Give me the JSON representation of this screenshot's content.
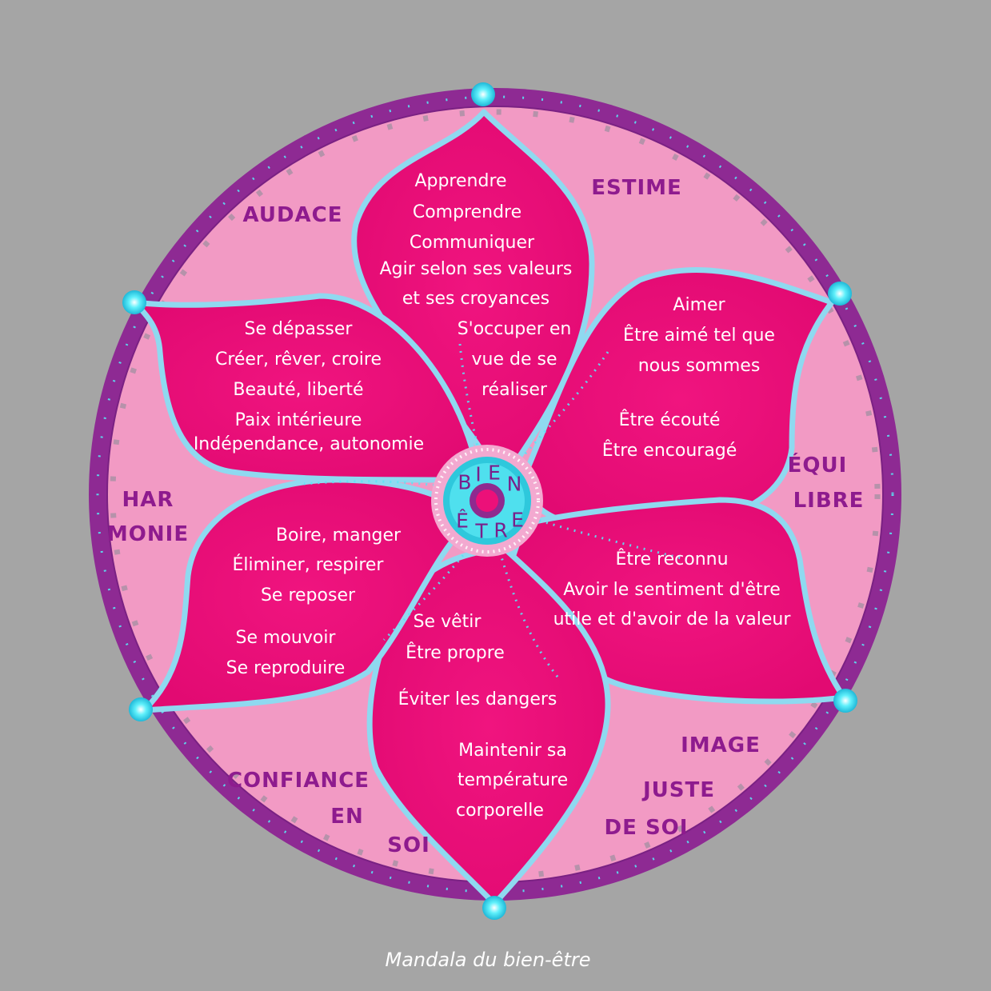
{
  "colors": {
    "background": "#a5a5a5",
    "outer_ring": "#8e2a93",
    "disc": "#f29ac4",
    "petal": "#ec1079",
    "petal_outline": "#7fd5ee",
    "accent_cyan": "#3ee6f5",
    "label_purple": "#8e1b8e"
  },
  "center": {
    "top_letters": [
      "B",
      "I",
      "E",
      "N"
    ],
    "bottom_letters": [
      "Ê",
      "T",
      "R",
      "E"
    ]
  },
  "outer_labels": {
    "audace": "AUDACE",
    "estime": "ESTIME",
    "equilibre_1": "ÉQUI",
    "equilibre_2": "LIBRE",
    "harmonie_1": "HAR",
    "harmonie_2": "MONIE",
    "image_1": "IMAGE",
    "image_2": "JUSTE",
    "image_3": "DE SOI",
    "confiance_1": "CONFIANCE",
    "confiance_2": "EN",
    "confiance_3": "SOI"
  },
  "petals": {
    "top": [
      "Apprendre",
      "Comprendre",
      "Communiquer",
      "Agir selon ses valeurs",
      "et ses croyances",
      "S'occuper en",
      "vue de se",
      "réaliser"
    ],
    "upper_left": [
      "Se dépasser",
      "Créer, rêver, croire",
      "Beauté, liberté",
      "Paix intérieure",
      "Indépendance, autonomie"
    ],
    "upper_right": [
      "Aimer",
      "Être aimé tel que",
      "nous sommes",
      "Être écouté",
      "Être encouragé"
    ],
    "lower_right": [
      "Être reconnu",
      "Avoir le sentiment d'être",
      "utile et d'avoir de la valeur"
    ],
    "lower_left": [
      "Boire, manger",
      "Éliminer, respirer",
      "Se reposer",
      "Se mouvoir",
      "Se reproduire"
    ],
    "bottom": [
      "Se vêtir",
      "Être propre",
      "Éviter les dangers",
      "Maintenir sa",
      "température",
      "corporelle"
    ]
  },
  "caption": "Mandala du bien-être"
}
